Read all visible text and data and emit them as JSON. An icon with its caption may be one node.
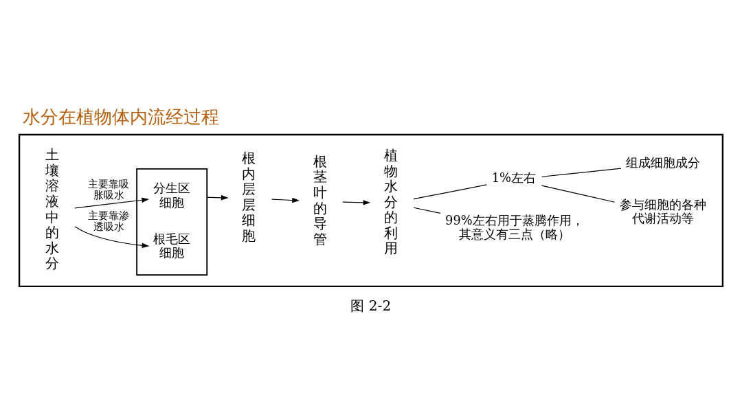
{
  "diagram": {
    "title": "水分在植物体内流经过程",
    "caption": "图 2-2",
    "nodes": [
      {
        "text": [],
        "shape": "box"
      },
      {
        "text": [
          "土壤溶液中的水分"
        ],
        "in": 0
      },
      {
        "text": [],
        "shape": "box",
        "in": 0
      },
      {
        "text": [
          "分生区细胞"
        ],
        "in": 2
      },
      {
        "text": [
          "根毛区细胞"
        ],
        "in": 2
      },
      {
        "text": [
          "根内层层细胞"
        ],
        "in": 0
      },
      {
        "text": [
          "根茎叶的导管"
        ],
        "in": 0
      },
      {
        "text": [
          "植物水分的利用"
        ],
        "in": 0
      },
      {
        "text": [
          "1%左右"
        ],
        "in": 0
      },
      {
        "text": [
          "组成细胞成分"
        ],
        "in": 0
      },
      {
        "text": [
          "参与细胞的各种代谢活动等"
        ],
        "in": 0
      },
      {
        "text": [
          "99%左右用于蒸腾作用，其意义有三点（略）"
        ],
        "in": 0
      }
    ],
    "edges": [
      {
        "from": 1,
        "to": 3,
        "arrow": "to",
        "label": "主要靠吸胀吸水"
      },
      {
        "from": 1,
        "to": 4,
        "arrow": "to",
        "label": "主要靠渗透吸水"
      },
      {
        "from": 2,
        "to": 5,
        "arrow": "to"
      },
      {
        "from": 5,
        "to": 6,
        "arrow": "to"
      },
      {
        "from": 6,
        "to": 7,
        "arrow": "to"
      },
      {
        "from": 7,
        "to": 8,
        "arrow": "none"
      },
      {
        "from": 7,
        "to": 11,
        "arrow": "none"
      },
      {
        "from": 8,
        "to": 9,
        "arrow": "none"
      },
      {
        "from": 8,
        "to": 10,
        "arrow": "none"
      }
    ]
  }
}
